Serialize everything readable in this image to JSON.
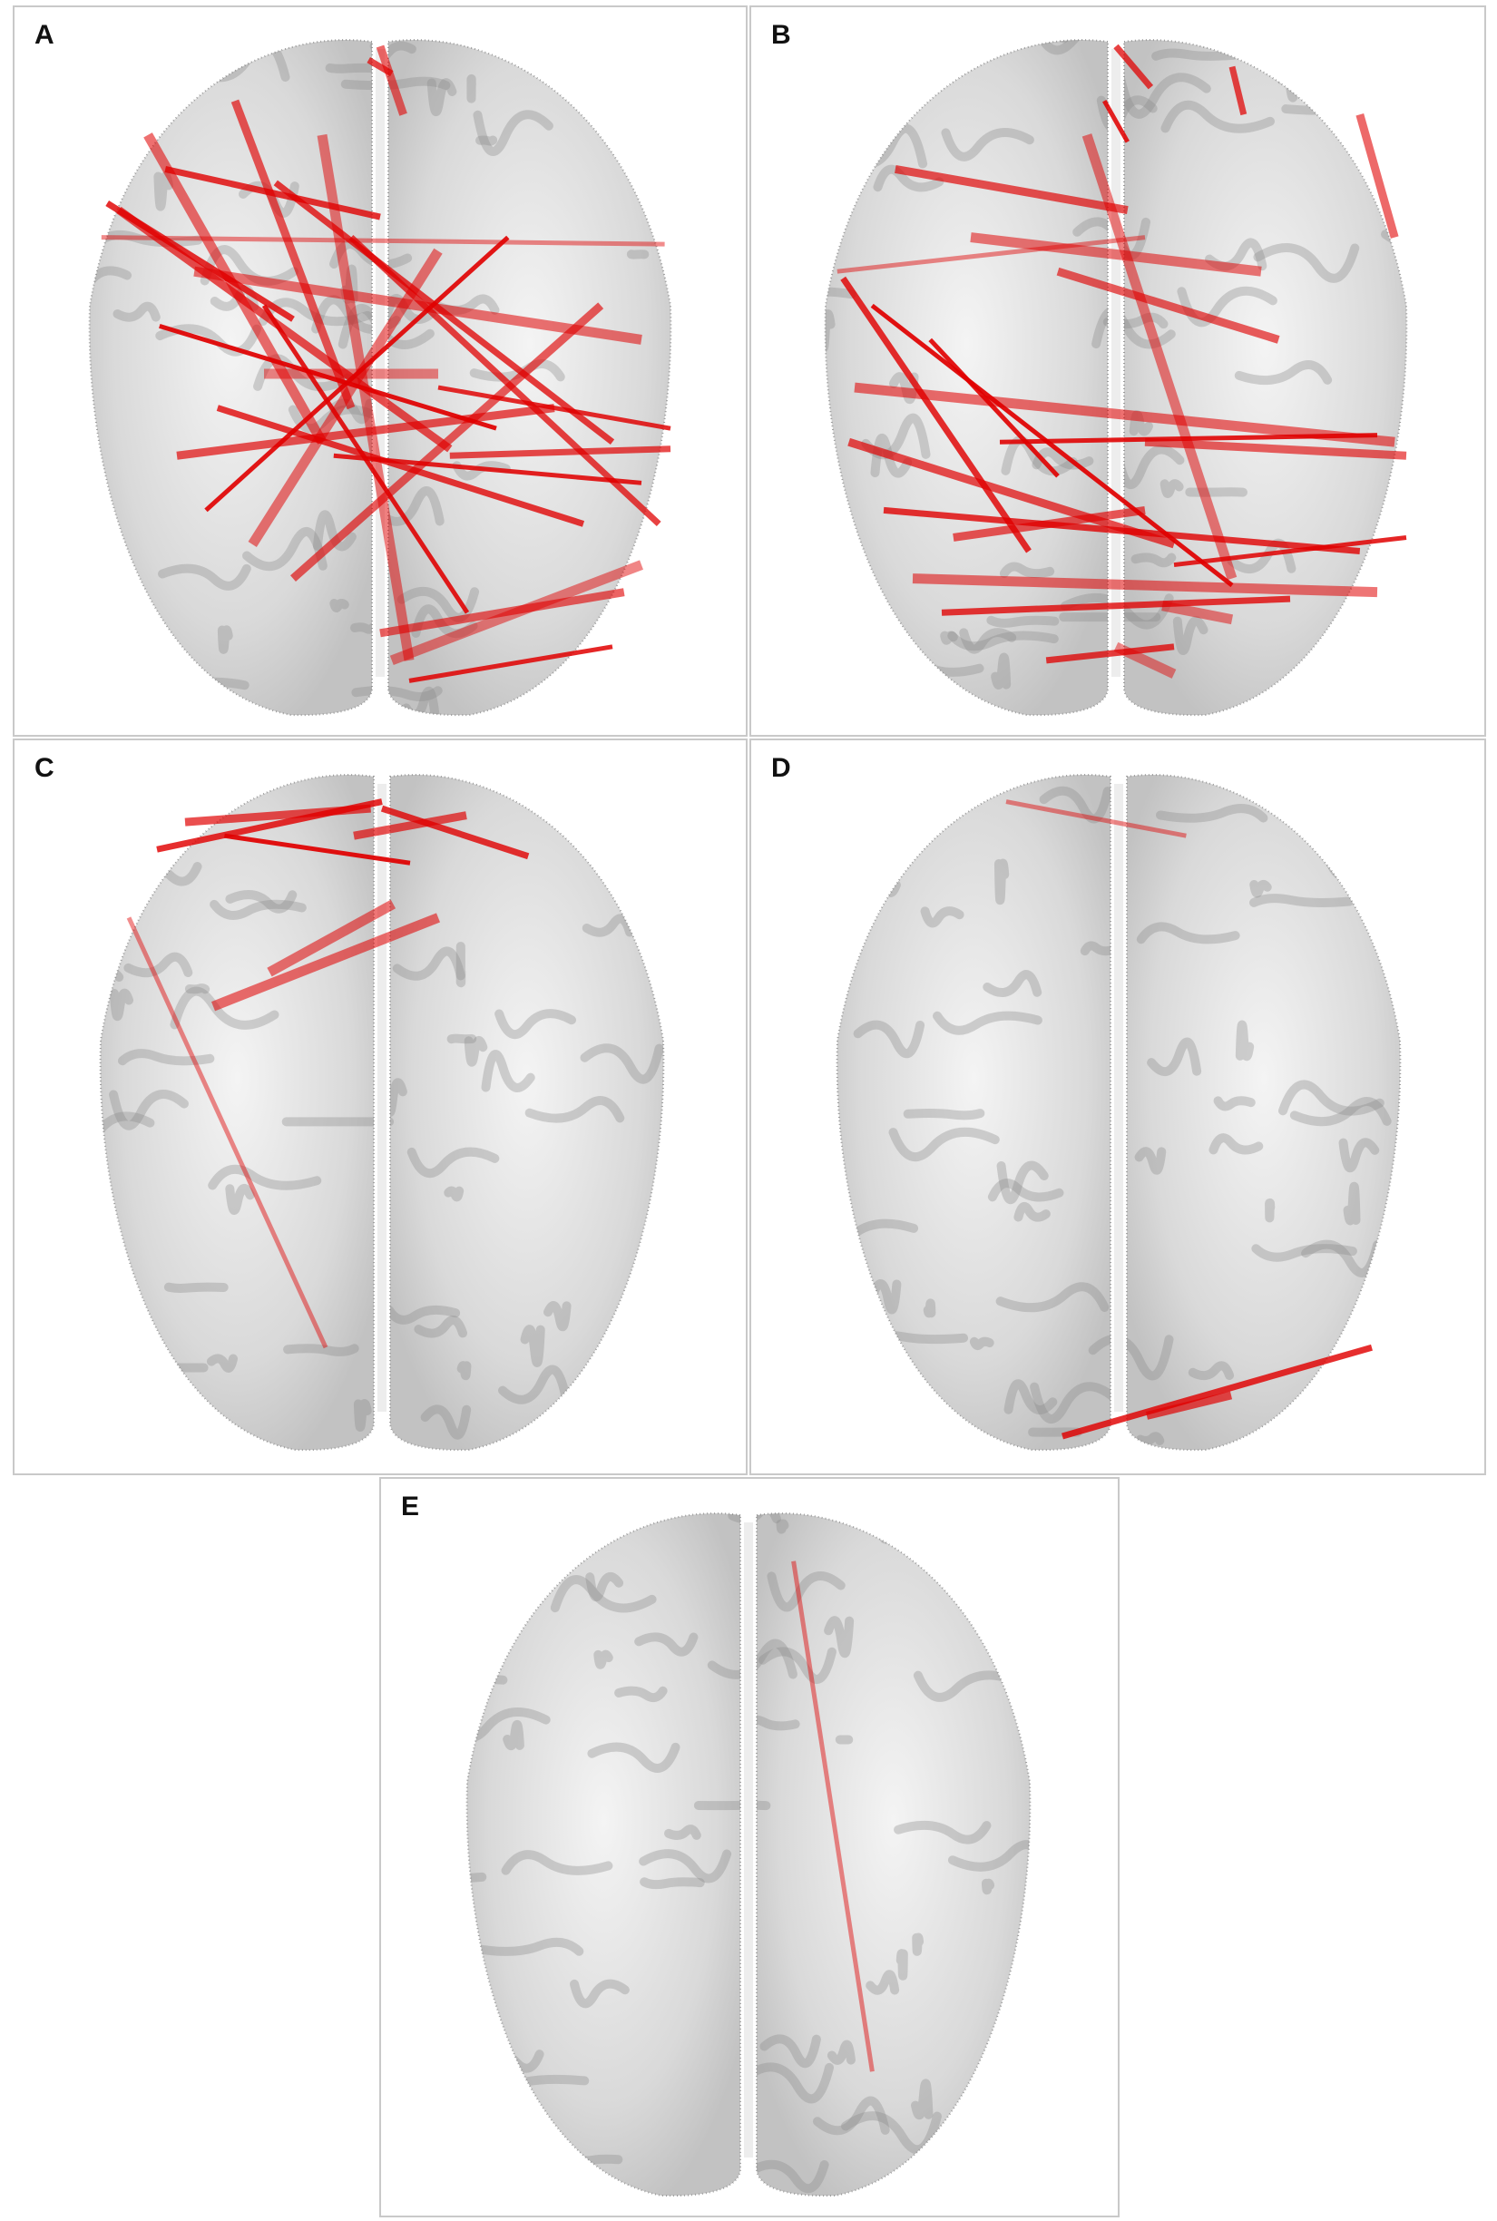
{
  "panels": [
    {
      "id": "a",
      "label": "A",
      "connections": [
        [
          0.02,
          0.3,
          0.99,
          0.31
        ],
        [
          0.03,
          0.25,
          0.35,
          0.42
        ],
        [
          0.05,
          0.26,
          0.62,
          0.61
        ],
        [
          0.1,
          0.15,
          0.4,
          0.6
        ],
        [
          0.12,
          0.43,
          0.7,
          0.58
        ],
        [
          0.13,
          0.2,
          0.5,
          0.27
        ],
        [
          0.15,
          0.62,
          0.8,
          0.55
        ],
        [
          0.18,
          0.35,
          0.95,
          0.45
        ],
        [
          0.2,
          0.7,
          0.72,
          0.3
        ],
        [
          0.22,
          0.55,
          0.85,
          0.72
        ],
        [
          0.25,
          0.1,
          0.45,
          0.55
        ],
        [
          0.28,
          0.75,
          0.6,
          0.32
        ],
        [
          0.3,
          0.4,
          0.65,
          0.85
        ],
        [
          0.32,
          0.22,
          0.9,
          0.6
        ],
        [
          0.35,
          0.8,
          0.88,
          0.4
        ],
        [
          0.4,
          0.15,
          0.55,
          0.92
        ],
        [
          0.42,
          0.62,
          0.95,
          0.66
        ],
        [
          0.45,
          0.3,
          0.98,
          0.72
        ],
        [
          0.5,
          0.88,
          0.92,
          0.82
        ],
        [
          0.52,
          0.92,
          0.95,
          0.78
        ],
        [
          0.55,
          0.95,
          0.9,
          0.9
        ],
        [
          0.48,
          0.04,
          0.52,
          0.06
        ],
        [
          0.5,
          0.02,
          0.54,
          0.12
        ],
        [
          0.3,
          0.5,
          0.6,
          0.5
        ],
        [
          0.6,
          0.52,
          1.0,
          0.58
        ],
        [
          0.62,
          0.62,
          1.0,
          0.61
        ]
      ]
    },
    {
      "id": "b",
      "label": "B",
      "connections": [
        [
          0.02,
          0.35,
          0.55,
          0.3
        ],
        [
          0.03,
          0.36,
          0.35,
          0.76
        ],
        [
          0.04,
          0.6,
          0.6,
          0.75
        ],
        [
          0.05,
          0.52,
          0.98,
          0.6
        ],
        [
          0.08,
          0.4,
          0.7,
          0.81
        ],
        [
          0.1,
          0.7,
          0.92,
          0.76
        ],
        [
          0.12,
          0.2,
          0.52,
          0.26
        ],
        [
          0.15,
          0.8,
          0.95,
          0.82
        ],
        [
          0.18,
          0.45,
          0.4,
          0.65
        ],
        [
          0.2,
          0.85,
          0.8,
          0.83
        ],
        [
          0.22,
          0.74,
          0.55,
          0.7
        ],
        [
          0.25,
          0.3,
          0.75,
          0.35
        ],
        [
          0.3,
          0.6,
          0.95,
          0.59
        ],
        [
          0.38,
          0.92,
          0.6,
          0.9
        ],
        [
          0.4,
          0.35,
          0.78,
          0.45
        ],
        [
          0.45,
          0.15,
          0.7,
          0.8
        ],
        [
          0.48,
          0.1,
          0.52,
          0.16
        ],
        [
          0.5,
          0.02,
          0.56,
          0.08
        ],
        [
          0.55,
          0.6,
          1.0,
          0.62
        ],
        [
          0.58,
          0.84,
          0.7,
          0.86
        ],
        [
          0.6,
          0.78,
          1.0,
          0.74
        ],
        [
          0.7,
          0.05,
          0.72,
          0.12
        ],
        [
          0.92,
          0.12,
          0.98,
          0.3
        ],
        [
          0.5,
          0.9,
          0.6,
          0.94
        ]
      ]
    },
    {
      "id": "c",
      "label": "C",
      "connections": [
        [
          0.05,
          0.22,
          0.4,
          0.85
        ],
        [
          0.1,
          0.12,
          0.5,
          0.05
        ],
        [
          0.15,
          0.08,
          0.48,
          0.06
        ],
        [
          0.2,
          0.35,
          0.6,
          0.22
        ],
        [
          0.22,
          0.1,
          0.55,
          0.14
        ],
        [
          0.5,
          0.06,
          0.76,
          0.13
        ],
        [
          0.45,
          0.1,
          0.65,
          0.07
        ],
        [
          0.3,
          0.3,
          0.52,
          0.2
        ]
      ]
    },
    {
      "id": "d",
      "label": "D",
      "connections": [
        [
          0.3,
          0.05,
          0.62,
          0.1
        ],
        [
          0.4,
          0.98,
          0.95,
          0.85
        ],
        [
          0.55,
          0.95,
          0.7,
          0.92
        ]
      ]
    },
    {
      "id": "e",
      "label": "E",
      "connections": [
        [
          0.58,
          0.08,
          0.72,
          0.82
        ]
      ]
    }
  ],
  "colors": {
    "connection": "#e00000",
    "brain_fill": "#d9d9d9",
    "brain_shadow": "#8a8a8a",
    "border": "#c9c9c9"
  }
}
